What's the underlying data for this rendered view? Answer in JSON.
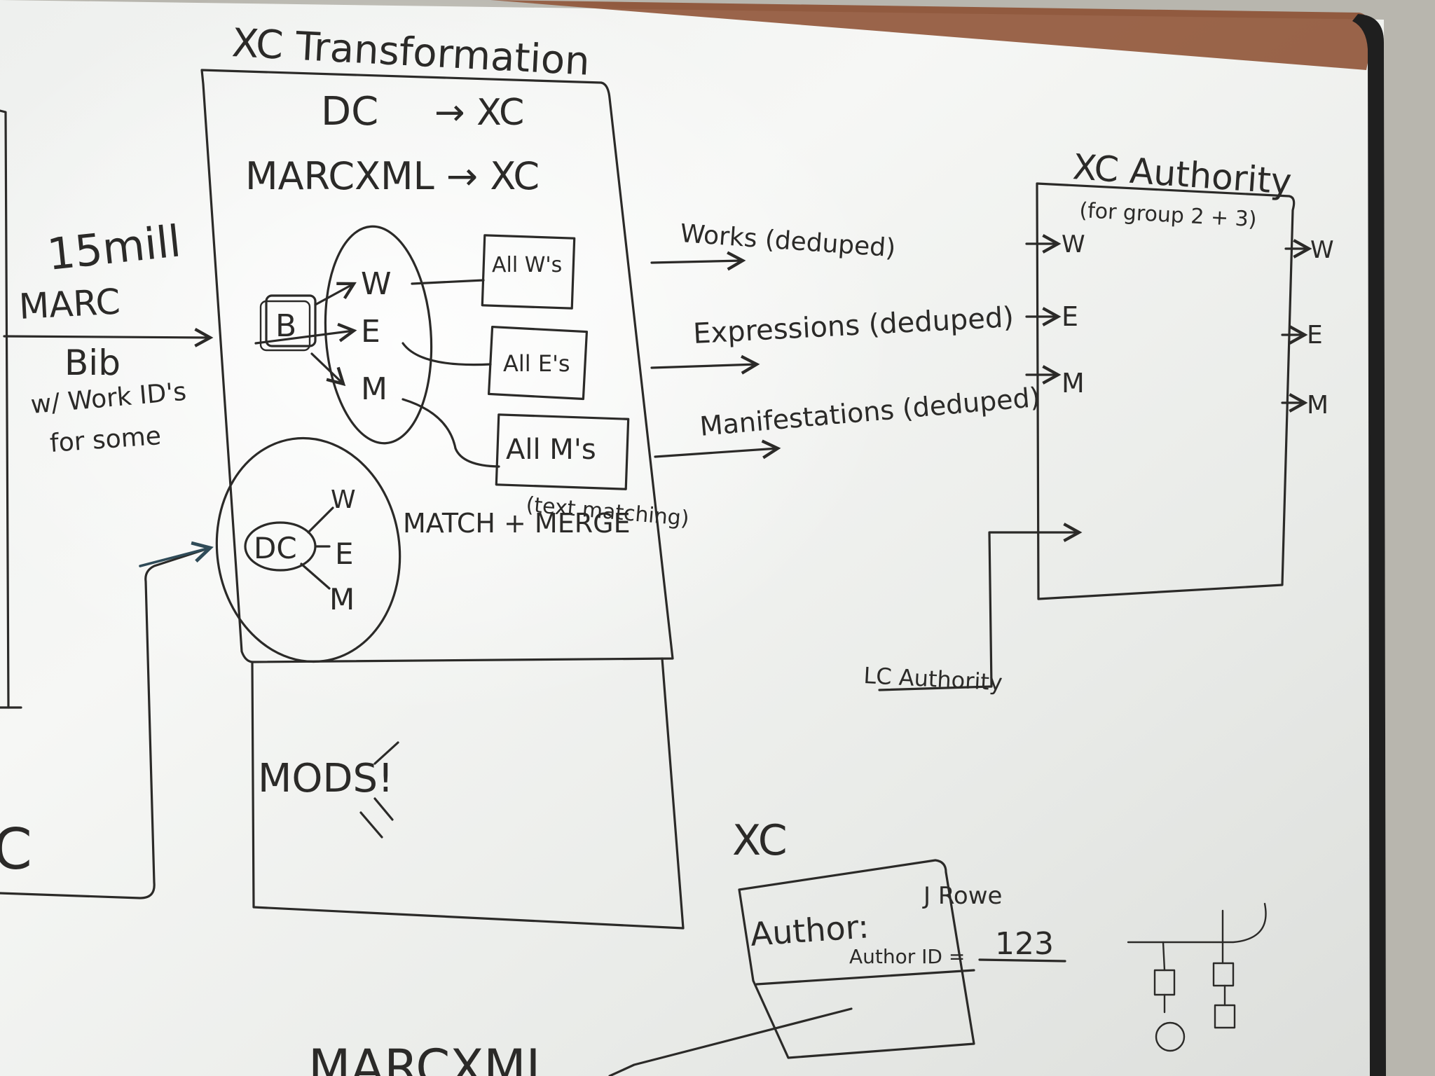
{
  "transform": {
    "title": "XC Transformation",
    "line_dc": "DC",
    "line_dc_target": "→ XC",
    "line_marc": "MARCXML → XC",
    "bib_node": "B",
    "wem": [
      "W",
      "E",
      "M"
    ],
    "all_ws": "All W's",
    "all_es": "All E's",
    "all_ms": "All M's",
    "dc_node": "DC",
    "dc_wem": [
      "W",
      "E",
      "M"
    ],
    "match_merge": "MATCH + MERGE",
    "text_matching": "(text matching)",
    "mods": "MODS!"
  },
  "input": {
    "count": "15mill",
    "format": "MARC",
    "type": "Bib",
    "note_line1": "w/ Work ID's",
    "note_line2": "for some"
  },
  "outputs": {
    "works": "Works (deduped)",
    "expressions": "Expressions (deduped)",
    "manifestations": "Manifestations (deduped)"
  },
  "authority": {
    "title": "XC Authority",
    "subtitle": "(for group 2 + 3)",
    "in_ports": [
      "W",
      "E",
      "M"
    ],
    "out_ports": [
      "W",
      "E",
      "M"
    ],
    "lc_source": "LC Authority"
  },
  "xc_record": {
    "title": "XC",
    "author_label": "Author:",
    "author_name": "J Rowe",
    "author_id_label": "Author ID =",
    "author_id_value": "123"
  },
  "left_fragment": {
    "letter": "C"
  },
  "bottom_fragment": {
    "text": "MARCXML"
  }
}
